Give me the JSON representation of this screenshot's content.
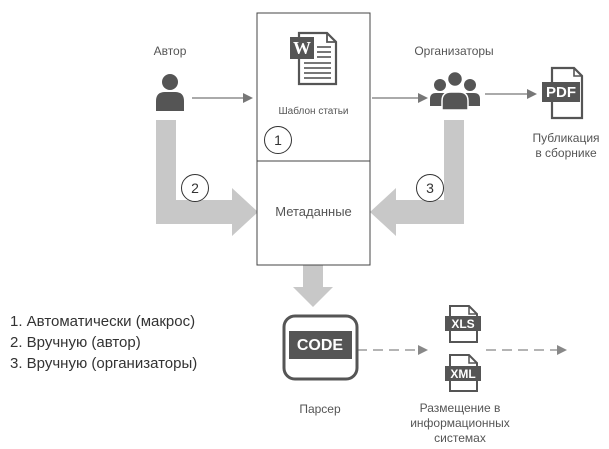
{
  "labels": {
    "author": "Автор",
    "organizers": "Организаторы",
    "template": "Шаблон статьи",
    "metadata": "Метаданные",
    "publication_line1": "Публикация",
    "publication_line2": "в сборнике",
    "parser": "Парсер",
    "placement_line1": "Размещение в",
    "placement_line2": "информационных",
    "placement_line3": "системах"
  },
  "steps": [
    "1",
    "2",
    "3"
  ],
  "legend": [
    "1. Автоматически (макрос)",
    "2. Вручную (автор)",
    "3. Вручную (организаторы)"
  ],
  "icons": {
    "word": {
      "name": "word-document-icon",
      "letter": "W"
    },
    "pdf": {
      "name": "pdf-file-icon",
      "text": "PDF"
    },
    "code": {
      "name": "code-icon",
      "text": "CODE"
    },
    "xls": {
      "name": "xls-file-icon",
      "text": "XLS"
    },
    "xml": {
      "name": "xml-file-icon",
      "text": "XML"
    },
    "author": {
      "name": "person-icon"
    },
    "organizers": {
      "name": "group-icon"
    }
  },
  "colors": {
    "icon_dark": "#555555",
    "arrow_gray": "#c8c8c8",
    "line_gray": "#777777"
  }
}
